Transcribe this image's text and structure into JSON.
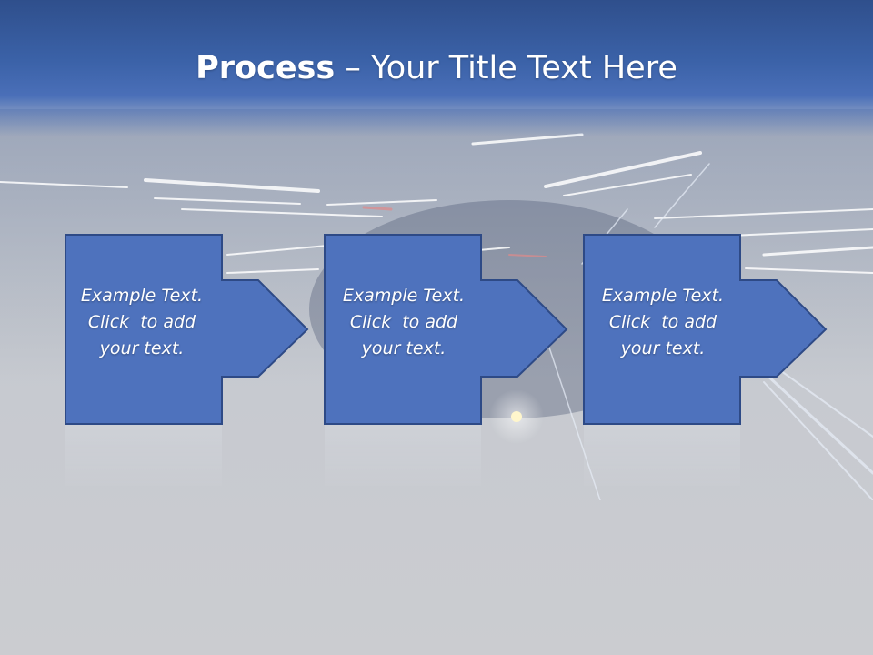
{
  "slide": {
    "title_bold": "Process",
    "title_rest": " – Your Title Text Here"
  },
  "steps": [
    {
      "line1": "Example Text.",
      "line2": "Click  to add",
      "line3": "your text."
    },
    {
      "line1": "Example Text.",
      "line2": "Click  to add",
      "line3": "your text."
    },
    {
      "line1": "Example Text.",
      "line2": "Click  to add",
      "line3": "your text."
    }
  ],
  "colors": {
    "header": "#3b62a8",
    "shape_fill": "#4e72bd",
    "shape_stroke": "#2e4a86",
    "text": "#ffffff"
  }
}
